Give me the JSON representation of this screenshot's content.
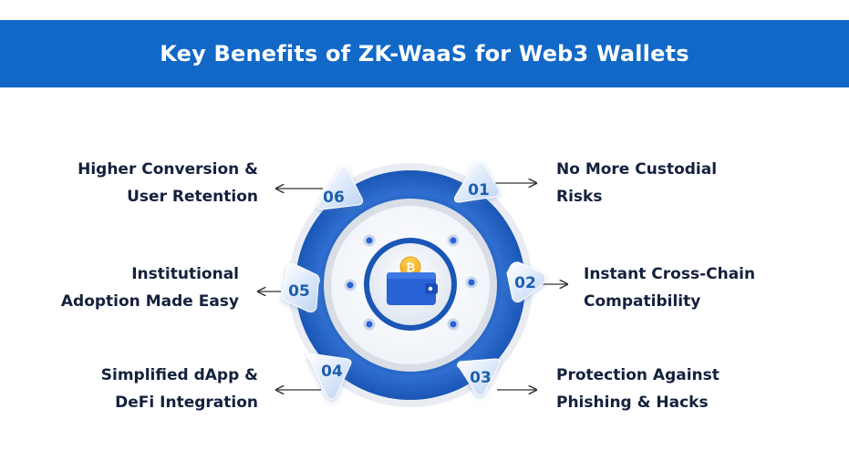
{
  "header": {
    "title": "Key Benefits of ZK-WaaS for Web3 Wallets",
    "background_color": "#1168c7"
  },
  "center": {
    "icon": "wallet-with-bitcoin-icon"
  },
  "benefits": [
    {
      "number": "01",
      "lines": [
        "No More Custodial",
        "Risks"
      ],
      "side": "right"
    },
    {
      "number": "02",
      "lines": [
        "Instant Cross-Chain",
        "Compatibility"
      ],
      "side": "right"
    },
    {
      "number": "03",
      "lines": [
        "Protection Against",
        "Phishing & Hacks"
      ],
      "side": "right"
    },
    {
      "number": "04",
      "lines": [
        "Simplified dApp &",
        "DeFi Integration"
      ],
      "side": "left"
    },
    {
      "number": "05",
      "lines": [
        "Institutional",
        "Adoption Made Easy"
      ],
      "side": "left"
    },
    {
      "number": "06",
      "lines": [
        "Higher Conversion &",
        "User Retention"
      ],
      "side": "left"
    }
  ],
  "colors": {
    "ring_dark": "#1b57b3",
    "ring_light": "#3e86e0",
    "text": "#14213d",
    "wallet": "#2a63d6",
    "coin": "#f2b22a"
  }
}
